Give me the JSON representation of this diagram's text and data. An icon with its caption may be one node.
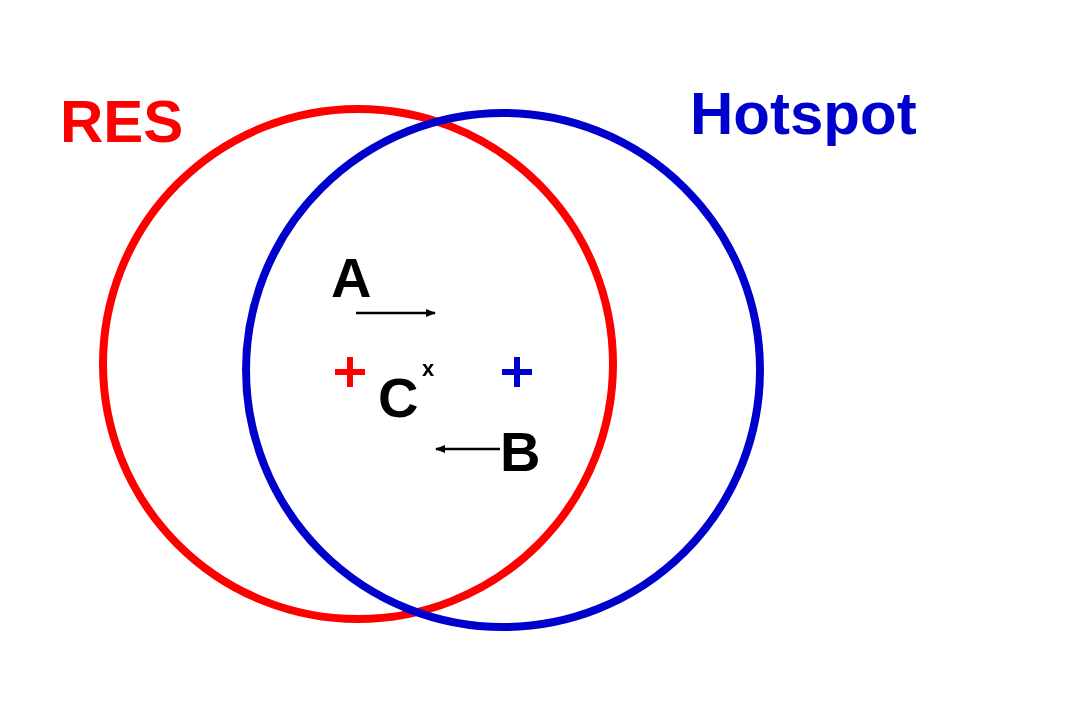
{
  "diagram": {
    "nodes": [
      {
        "text": [
          "RES"
        ]
      },
      {
        "text": [
          "Hotspot"
        ]
      }
    ],
    "labels": [
      "A",
      "C",
      "x",
      "B"
    ]
  }
}
